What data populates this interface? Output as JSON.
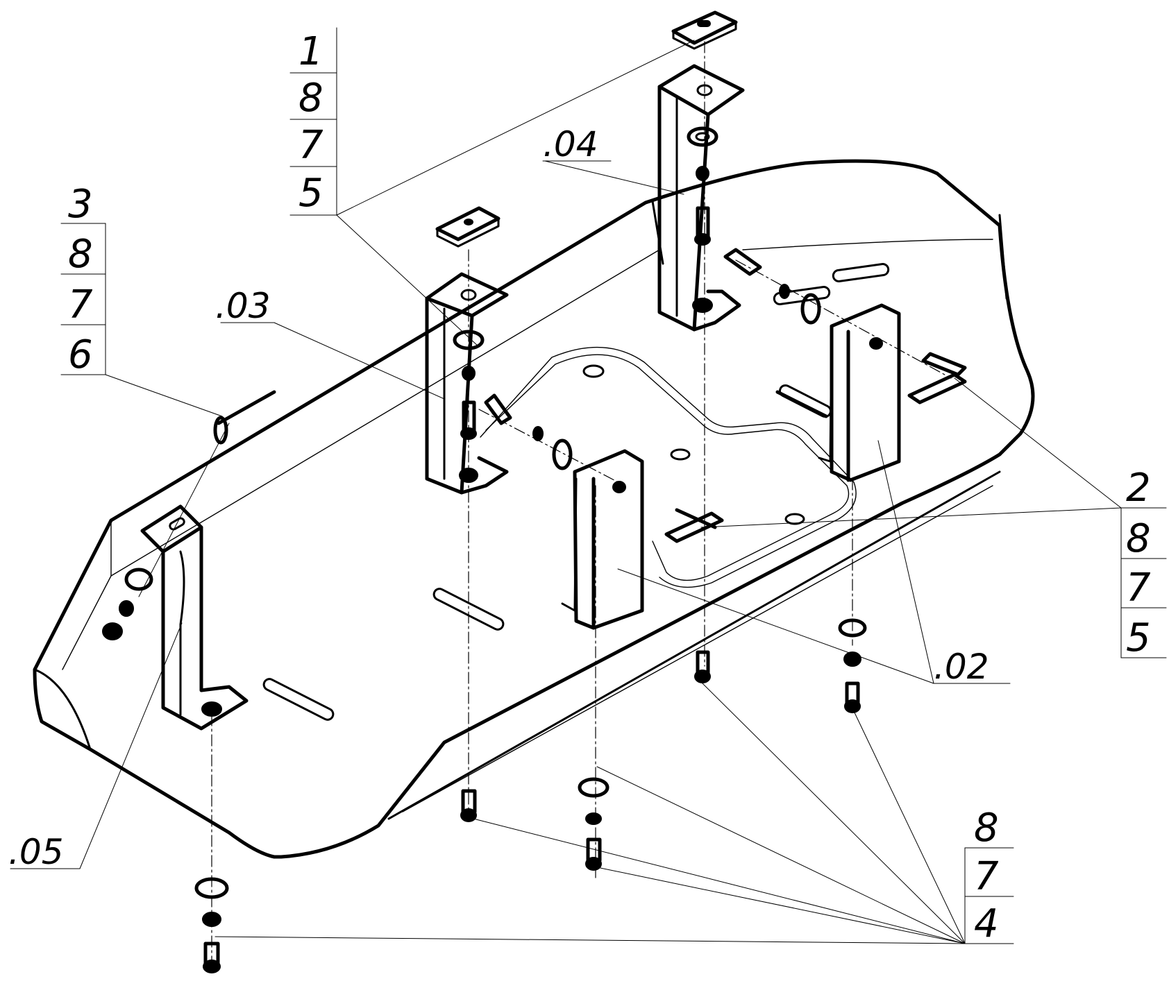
{
  "callouts": {
    "a": [
      "1",
      "8",
      "7",
      "5"
    ],
    "b": [
      "3",
      "8",
      "7",
      "6"
    ],
    "c": [
      "2",
      "8",
      "7",
      "5"
    ],
    "d": [
      "8",
      "7",
      "4"
    ]
  },
  "refs": {
    "r02": ".02",
    "r03": ".03",
    "r04": ".04",
    "r05": ".05"
  }
}
